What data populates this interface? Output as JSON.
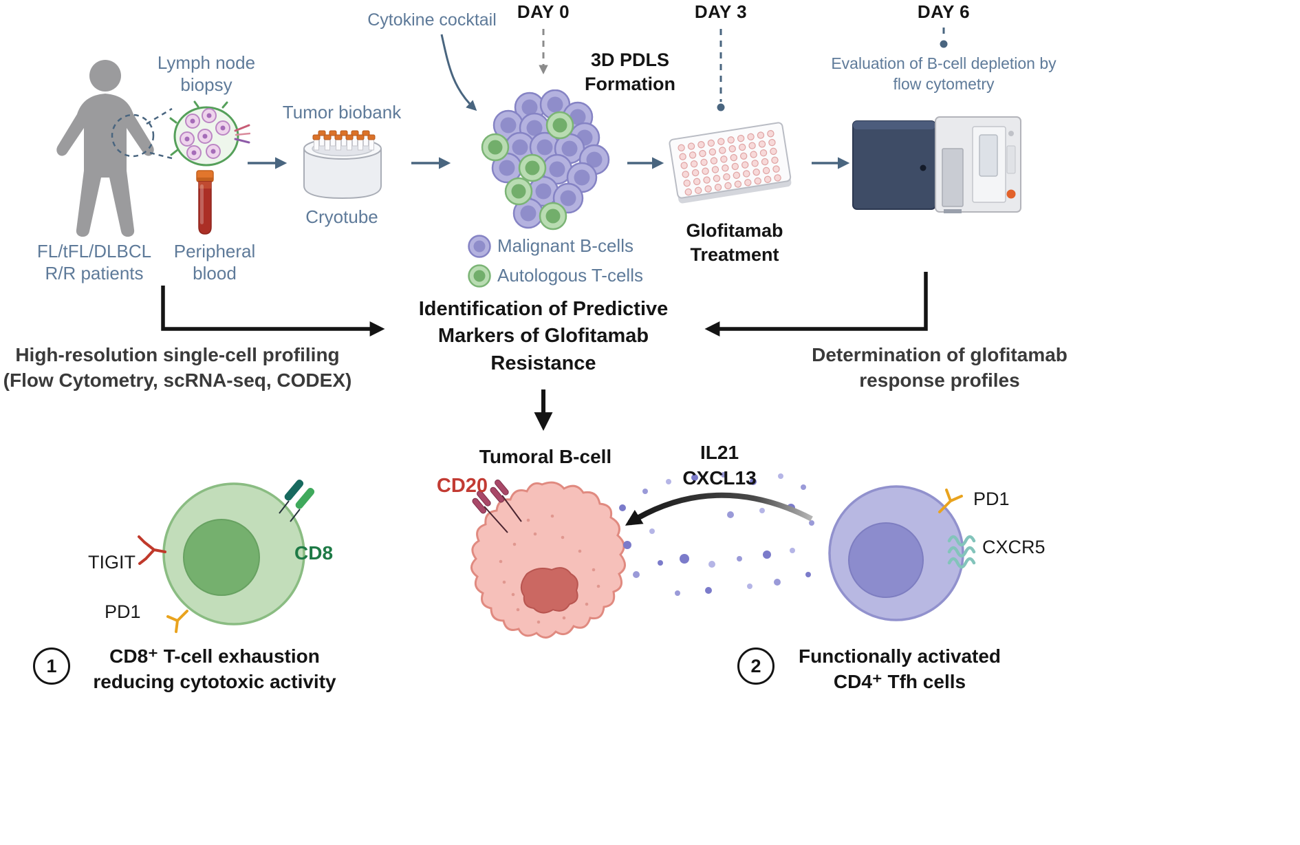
{
  "colors": {
    "slate_text": "#5E7A99",
    "dark_text": "#141414",
    "cd20_red": "#C23B33",
    "cd8_green": "#1E7A46",
    "arrow_slate": "#49657F",
    "arrow_black": "#141414"
  },
  "timeline": {
    "day0": "DAY 0",
    "day3": "DAY 3",
    "day6": "DAY 6"
  },
  "workflow": {
    "cytokine_cocktail": "Cytokine cocktail",
    "lymph_node_biopsy": "Lymph node\nbiopsy",
    "patients": "FL/tFL/DLBCL\nR/R patients",
    "peripheral_blood": "Peripheral\nblood",
    "tumor_biobank": "Tumor biobank",
    "cryotube": "Cryotube",
    "pdls_formation": "3D PDLS\nFormation",
    "glofitamab_treatment": "Glofitamab\nTreatment",
    "evaluation_flow": "Evaluation of B-cell depletion by\nflow cytometry",
    "legend": [
      {
        "label": "Malignant B-cells"
      },
      {
        "label": "Autologous T-cells"
      }
    ]
  },
  "middle": {
    "profiling": "High-resolution single-cell profiling\n(Flow Cytometry, scRNA-seq, CODEX)",
    "central_title": "Identification of Predictive\nMarkers of Glofitamab\nResistance",
    "response_profiles": "Determination of glofitamab\nresponse profiles"
  },
  "findings": {
    "tumoral_bcell": "Tumoral B-cell",
    "cytokines": "IL21\nCXCL13",
    "cd20": "CD20",
    "tigit": "TIGIT",
    "pd1_cd8": "PD1",
    "cd8": "CD8",
    "pd1_tfh": "PD1",
    "cxcr5": "CXCR5",
    "point1": {
      "number": "1",
      "text": "CD8⁺ T-cell exhaustion\nreducing cytotoxic activity"
    },
    "point2": {
      "number": "2",
      "text": "Functionally  activated\nCD4⁺ Tfh cells"
    }
  }
}
